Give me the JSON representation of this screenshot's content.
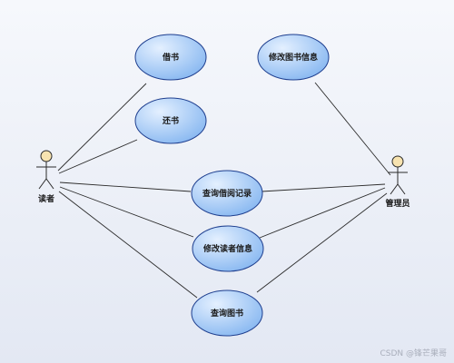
{
  "actors": {
    "reader": "读者",
    "admin": "管理员"
  },
  "use_cases": {
    "borrow": "借书",
    "return": "还书",
    "modify_book": "修改图书信息",
    "query_borrow": "查询借阅记录",
    "modify_reader": "修改读者信息",
    "query_book": "查询图书"
  },
  "colors": {
    "ellipse_fill_light": "#dcecff",
    "ellipse_fill_dark": "#8fbdf3",
    "ellipse_stroke": "#1f3f8f",
    "actor_head": "#f7e3b0",
    "line": "#2b2b2b"
  },
  "watermark": "CSDN @锋芒果哥"
}
